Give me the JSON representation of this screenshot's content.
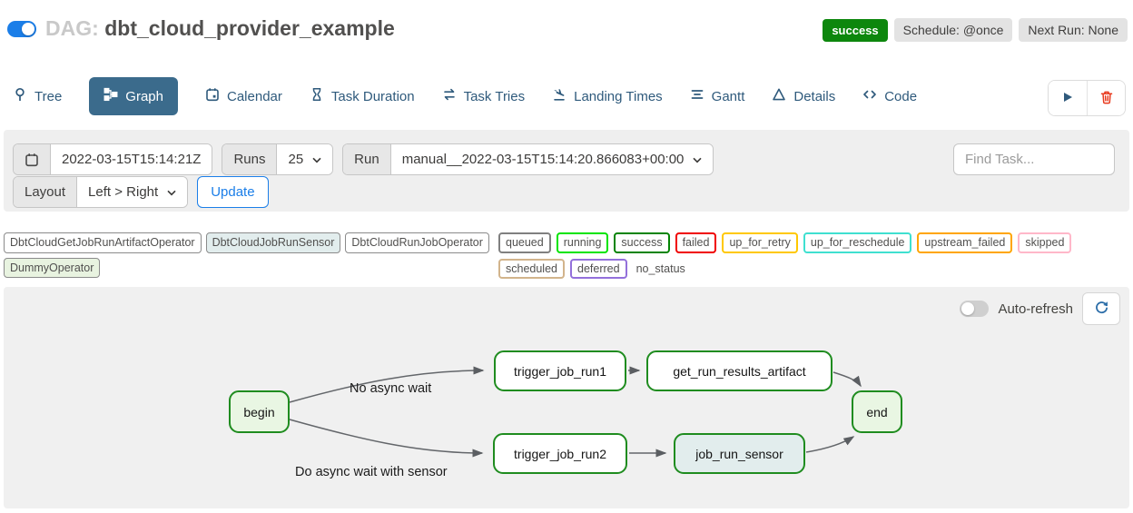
{
  "header": {
    "dag_prefix": "DAG:",
    "dag_title": "dbt_cloud_provider_example",
    "toggle_on": true,
    "status_badge": "success",
    "schedule_badge": "Schedule: @once",
    "next_run_badge": "Next Run: None"
  },
  "tabs": [
    {
      "label": "Tree",
      "icon": "tree-icon",
      "active": false
    },
    {
      "label": "Graph",
      "icon": "graph-icon",
      "active": true
    },
    {
      "label": "Calendar",
      "icon": "calendar-icon",
      "active": false
    },
    {
      "label": "Task Duration",
      "icon": "hourglass-icon",
      "active": false
    },
    {
      "label": "Task Tries",
      "icon": "retry-arrows-icon",
      "active": false
    },
    {
      "label": "Landing Times",
      "icon": "plane-landing-icon",
      "active": false
    },
    {
      "label": "Gantt",
      "icon": "gantt-bars-icon",
      "active": false
    },
    {
      "label": "Details",
      "icon": "triangle-icon",
      "active": false
    },
    {
      "label": "Code",
      "icon": "code-icon",
      "active": false
    }
  ],
  "actions": {
    "trigger_icon": "play-icon",
    "delete_icon": "trash-icon"
  },
  "filters": {
    "base_date": "2022-03-15T15:14:21Z",
    "runs_label": "Runs",
    "runs_value": "25",
    "run_label": "Run",
    "run_value": "manual__2022-03-15T15:14:20.866083+00:00",
    "find_task_placeholder": "Find Task...",
    "layout_label": "Layout",
    "layout_value": "Left > Right",
    "update_label": "Update"
  },
  "legend": {
    "operators": [
      {
        "label": "DbtCloudGetJobRunArtifactOperator",
        "color": "#ffffff"
      },
      {
        "label": "DbtCloudJobRunSensor",
        "color": "#e2eded"
      },
      {
        "label": "DbtCloudRunJobOperator",
        "color": "#ffffff"
      },
      {
        "label": "DummyOperator",
        "color": "#e8f3e0"
      }
    ],
    "statuses": [
      {
        "label": "queued",
        "color": "#808080"
      },
      {
        "label": "running",
        "color": "#00e400"
      },
      {
        "label": "success",
        "color": "#048404"
      },
      {
        "label": "failed",
        "color": "#f00000"
      },
      {
        "label": "up_for_retry",
        "color": "#ffc800"
      },
      {
        "label": "up_for_reschedule",
        "color": "#3fe0d0"
      },
      {
        "label": "upstream_failed",
        "color": "#ffa500"
      },
      {
        "label": "skipped",
        "color": "#ffb7c9"
      },
      {
        "label": "scheduled",
        "color": "#d2b48c"
      },
      {
        "label": "deferred",
        "color": "#9370db"
      },
      {
        "label": "no_status",
        "color": null
      }
    ]
  },
  "graph_panel": {
    "auto_refresh_label": "Auto-refresh",
    "auto_refresh_on": false,
    "refresh_icon": "refresh-icon",
    "node_border_color": "#1f8c1f",
    "nodes": [
      {
        "id": "begin",
        "label": "begin",
        "state": "success",
        "fill": "#e9f6e3"
      },
      {
        "id": "trigger_job_run1",
        "label": "trigger_job_run1",
        "state": "success",
        "fill": "#ffffff"
      },
      {
        "id": "get_run_results_artifact",
        "label": "get_run_results_artifact",
        "state": "success",
        "fill": "#ffffff"
      },
      {
        "id": "end",
        "label": "end",
        "state": "success",
        "fill": "#e9f6e3"
      },
      {
        "id": "trigger_job_run2",
        "label": "trigger_job_run2",
        "state": "success",
        "fill": "#ffffff"
      },
      {
        "id": "job_run_sensor",
        "label": "job_run_sensor",
        "state": "success",
        "fill": "#e2eded"
      }
    ],
    "edges": [
      {
        "from": "begin",
        "to": "trigger_job_run1",
        "label": "No async wait"
      },
      {
        "from": "begin",
        "to": "trigger_job_run2",
        "label": "Do async wait with sensor"
      },
      {
        "from": "trigger_job_run1",
        "to": "get_run_results_artifact",
        "label": ""
      },
      {
        "from": "trigger_job_run2",
        "to": "job_run_sensor",
        "label": ""
      },
      {
        "from": "get_run_results_artifact",
        "to": "end",
        "label": ""
      },
      {
        "from": "job_run_sensor",
        "to": "end",
        "label": ""
      }
    ]
  }
}
